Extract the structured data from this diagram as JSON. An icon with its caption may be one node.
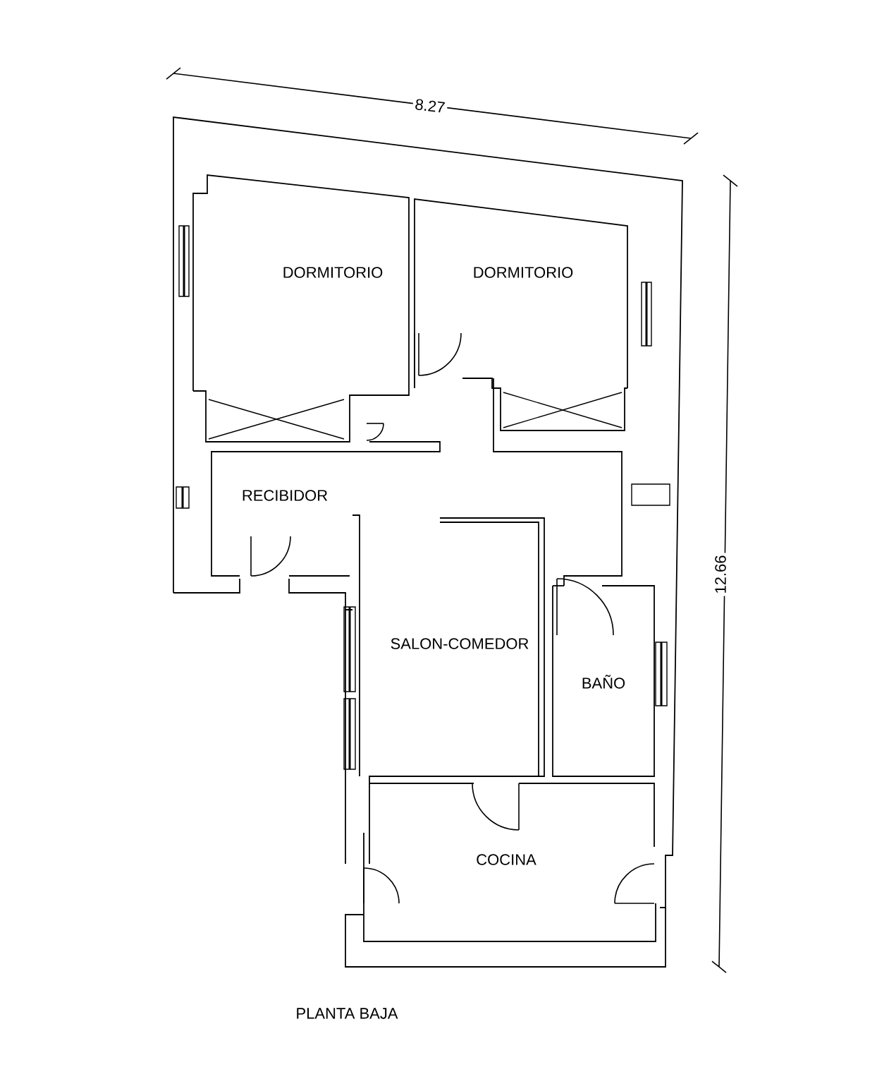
{
  "diagram": {
    "caption": "PLANTA BAJA",
    "labels": [
      "8.27",
      "DORMITORIO",
      "DORMITORIO",
      "RECIBIDOR",
      "12.66",
      "SALON-COMEDOR",
      "BAÑO",
      "COCINA"
    ]
  }
}
